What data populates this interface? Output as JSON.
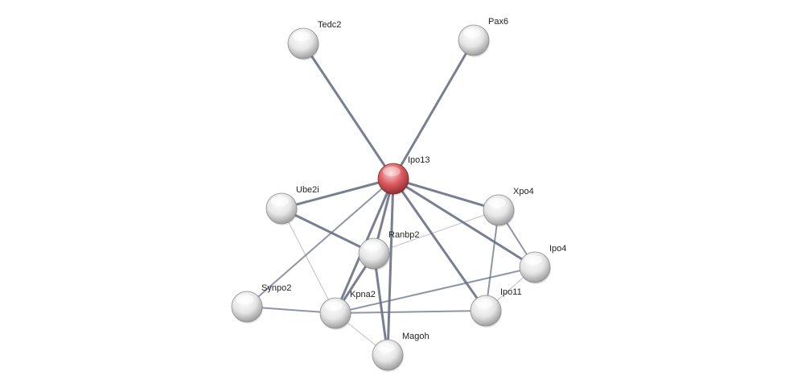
{
  "network": {
    "query_node": "Ipo13",
    "nodes": [
      {
        "id": "Tedc2",
        "label": "Tedc2",
        "query": false
      },
      {
        "id": "Pax6",
        "label": "Pax6",
        "query": false
      },
      {
        "id": "Ipo13",
        "label": "Ipo13",
        "query": true
      },
      {
        "id": "Ube2i",
        "label": "Ube2i",
        "query": false
      },
      {
        "id": "Xpo4",
        "label": "Xpo4",
        "query": false
      },
      {
        "id": "Ranbp2",
        "label": "Ranbp2",
        "query": false
      },
      {
        "id": "Ipo4",
        "label": "Ipo4",
        "query": false
      },
      {
        "id": "Synpo2",
        "label": "Synpo2",
        "query": false
      },
      {
        "id": "Kpna2",
        "label": "Kpna2",
        "query": false
      },
      {
        "id": "Ipo11",
        "label": "Ipo11",
        "query": false
      },
      {
        "id": "Magoh",
        "label": "Magoh",
        "query": false
      }
    ],
    "edges": [
      {
        "source": "Ipo13",
        "target": "Tedc2",
        "strength": "strong"
      },
      {
        "source": "Ipo13",
        "target": "Pax6",
        "strength": "strong"
      },
      {
        "source": "Ipo13",
        "target": "Ube2i",
        "strength": "strong"
      },
      {
        "source": "Ipo13",
        "target": "Xpo4",
        "strength": "strong"
      },
      {
        "source": "Ipo13",
        "target": "Ipo4",
        "strength": "strong"
      },
      {
        "source": "Ipo13",
        "target": "Ipo11",
        "strength": "strong"
      },
      {
        "source": "Ipo13",
        "target": "Ranbp2",
        "strength": "strong"
      },
      {
        "source": "Ipo13",
        "target": "Kpna2",
        "strength": "strong"
      },
      {
        "source": "Ipo13",
        "target": "Magoh",
        "strength": "strong"
      },
      {
        "source": "Ipo13",
        "target": "Synpo2",
        "strength": "medium"
      },
      {
        "source": "Ube2i",
        "target": "Ranbp2",
        "strength": "strong"
      },
      {
        "source": "Ube2i",
        "target": "Kpna2",
        "strength": "weak"
      },
      {
        "source": "Ranbp2",
        "target": "Kpna2",
        "strength": "strong"
      },
      {
        "source": "Ranbp2",
        "target": "Magoh",
        "strength": "strong"
      },
      {
        "source": "Ranbp2",
        "target": "Xpo4",
        "strength": "weak"
      },
      {
        "source": "Xpo4",
        "target": "Ipo4",
        "strength": "medium"
      },
      {
        "source": "Xpo4",
        "target": "Ipo11",
        "strength": "medium"
      },
      {
        "source": "Ipo4",
        "target": "Ipo11",
        "strength": "weak"
      },
      {
        "source": "Kpna2",
        "target": "Ipo4",
        "strength": "medium"
      },
      {
        "source": "Kpna2",
        "target": "Ipo11",
        "strength": "medium"
      },
      {
        "source": "Kpna2",
        "target": "Synpo2",
        "strength": "medium"
      },
      {
        "source": "Kpna2",
        "target": "Magoh",
        "strength": "weak"
      }
    ]
  },
  "colors": {
    "edge": "#6b7085",
    "node_fill": "#e6e6e6",
    "node_highlight": "#ffffff",
    "node_shade": "#9a9a9a",
    "query_fill": "#d9585c",
    "query_highlight": "#fbd3d3",
    "query_shade": "#8e2e33",
    "label": "#222222"
  }
}
